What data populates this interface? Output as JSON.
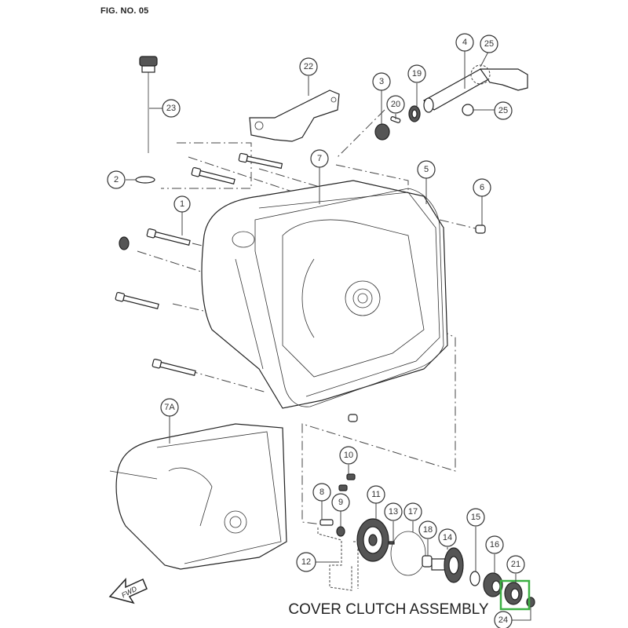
{
  "figure": {
    "number_label": "FIG. NO. 05",
    "caption": "COVER CLUTCH ASSEMBLY",
    "fwd_label": "FWD",
    "highlight_color": "#3cb043"
  },
  "callouts": [
    {
      "id": "1",
      "label": "1"
    },
    {
      "id": "2",
      "label": "2"
    },
    {
      "id": "3",
      "label": "3"
    },
    {
      "id": "4",
      "label": "4"
    },
    {
      "id": "5",
      "label": "5"
    },
    {
      "id": "6",
      "label": "6"
    },
    {
      "id": "7",
      "label": "7"
    },
    {
      "id": "7A",
      "label": "7A"
    },
    {
      "id": "8",
      "label": "8"
    },
    {
      "id": "9",
      "label": "9"
    },
    {
      "id": "10",
      "label": "10"
    },
    {
      "id": "11",
      "label": "11"
    },
    {
      "id": "12",
      "label": "12"
    },
    {
      "id": "13",
      "label": "13"
    },
    {
      "id": "14",
      "label": "14"
    },
    {
      "id": "15",
      "label": "15"
    },
    {
      "id": "16",
      "label": "16"
    },
    {
      "id": "17",
      "label": "17"
    },
    {
      "id": "18",
      "label": "18"
    },
    {
      "id": "19",
      "label": "19"
    },
    {
      "id": "20",
      "label": "20"
    },
    {
      "id": "21",
      "label": "21"
    },
    {
      "id": "22",
      "label": "22"
    },
    {
      "id": "23",
      "label": "23"
    },
    {
      "id": "24",
      "label": "24"
    },
    {
      "id": "25a",
      "label": "25"
    },
    {
      "id": "25b",
      "label": "25"
    }
  ],
  "highlighted_part": "21"
}
